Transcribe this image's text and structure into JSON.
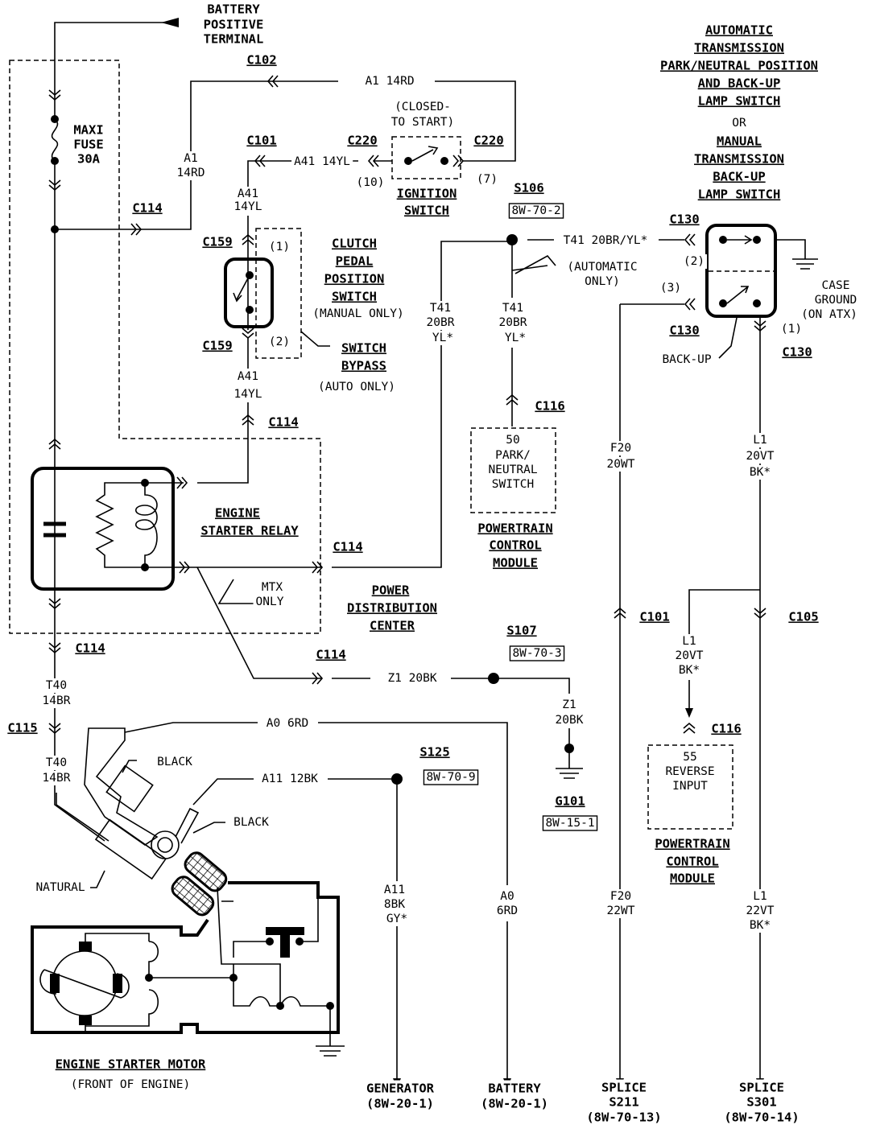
{
  "colors": {
    "ink": "#000000",
    "paper": "#ffffff"
  },
  "labels": {
    "battery_1": "BATTERY",
    "battery_2": "POSITIVE",
    "battery_3": "TERMINAL",
    "fuse_1": "MAXI",
    "fuse_2": "FUSE",
    "fuse_3": "30A",
    "c102": "C102",
    "a1_14rd_top": "A1 14RD",
    "closed_1": "(CLOSED-",
    "closed_2": "TO START)",
    "c101_top": "C101",
    "c220_left": "C220",
    "c220_right": "C220",
    "a41_14yl_top": "A41 14YL",
    "pin_10": "(10)",
    "pin_7": "(7)",
    "ign_1": "IGNITION",
    "ign_2": "SWITCH",
    "a1_1": "A1",
    "a1_2": "14RD",
    "c114_fuse": "C114",
    "a41a_1": "A41",
    "a41a_2": "14YL",
    "c159_top": "C159",
    "pin_1_clutch": "(1)",
    "clutch_1": "CLUTCH",
    "clutch_2": "PEDAL",
    "clutch_3": "POSITION",
    "clutch_4": "SWITCH",
    "clutch_5": "(MANUAL ONLY)",
    "c159_bottom": "C159",
    "pin_2_clutch": "(2)",
    "bypass_1": "SWITCH",
    "bypass_2": "BYPASS",
    "bypass_3": "(AUTO ONLY)",
    "a41b_1": "A41",
    "a41b_2": "14YL",
    "c114_relay_in": "C114",
    "s106": "S106",
    "s106_ref": "8W-70-2",
    "t41_top": "T41 20BR/YL*",
    "c130_top": "C130",
    "trans_1": "AUTOMATIC",
    "trans_2": "TRANSMISSION",
    "trans_3": "PARK/NEUTRAL POSITION",
    "trans_4": "AND BACK-UP",
    "trans_5": "LAMP SWITCH",
    "trans_or": "OR",
    "trans_6": "MANUAL",
    "trans_7": "TRANSMISSION",
    "trans_8": "BACK-UP",
    "trans_9": "LAMP SWITCH",
    "pin_2_trans": "(2)",
    "pin_3_trans": "(3)",
    "pin_1_trans": "(1)",
    "auto_1": "(AUTOMATIC",
    "auto_2": "ONLY)",
    "case_1": "CASE",
    "case_2": "GROUND",
    "case_3": "(ON ATX)",
    "c130_mid": "C130",
    "c130_right": "C130",
    "backup": "BACK-UP",
    "t41l_1": "T41",
    "t41l_2": "20BR",
    "t41l_3": "YL*",
    "t41r_1": "T41",
    "t41r_2": "20BR",
    "t41r_3": "YL*",
    "c116_pn": "C116",
    "pn_1": "50",
    "pn_2": "PARK/",
    "pn_3": "NEUTRAL",
    "pn_4": "SWITCH",
    "pcm1_1": "POWERTRAIN",
    "pcm1_2": "CONTROL",
    "pcm1_3": "MODULE",
    "relay_1": "ENGINE",
    "relay_2": "STARTER RELAY",
    "c114_relay_out": "C114",
    "mtx_1": "MTX",
    "mtx_2": "ONLY",
    "pdc_1": "POWER",
    "pdc_2": "DISTRIBUTION",
    "pdc_3": "CENTER",
    "f20a_1": "F20",
    "f20a_2": "20WT",
    "l1a_1": "L1",
    "l1a_2": "20VT",
    "l1a_3": "BK*",
    "c101_f20": "C101",
    "c105": "C105",
    "l1b_1": "L1",
    "l1b_2": "20VT",
    "l1b_3": "BK*",
    "c114_bottom": "C114",
    "s107": "S107",
    "s107_ref": "8W-70-3",
    "c114_ground": "C114",
    "z1_20bk": "Z1 20BK",
    "t40a_1": "T40",
    "t40a_2": "14BR",
    "z1_1": "Z1",
    "z1_2": "20BK",
    "c115": "C115",
    "a0_6rd": "A0 6RD",
    "c116_rev": "C116",
    "s125": "S125",
    "s125_ref": "8W-70-9",
    "t40b_1": "T40",
    "t40b_2": "14BR",
    "black_1": "BLACK",
    "a11_12bk": "A11 12BK",
    "rev_1": "55",
    "rev_2": "REVERSE",
    "rev_3": "INPUT",
    "g101": "G101",
    "g101_ref": "8W-15-1",
    "black_2": "BLACK",
    "pcm2_1": "POWERTRAIN",
    "pcm2_2": "CONTROL",
    "pcm2_3": "MODULE",
    "natural": "NATURAL",
    "a11_1": "A11",
    "a11_2": "8BK",
    "a11_3": "GY*",
    "a0_1": "A0",
    "a0_2": "6RD",
    "f20b_1": "F20",
    "f20b_2": "22WT",
    "l1c_1": "L1",
    "l1c_2": "22VT",
    "l1c_3": "BK*",
    "motor_1": "ENGINE STARTER MOTOR",
    "motor_2": "(FRONT OF ENGINE)",
    "gen_1": "GENERATOR",
    "gen_2": "(8W-20-1)",
    "bat_1": "BATTERY",
    "bat_2": "(8W-20-1)",
    "sp1_1": "SPLICE",
    "sp1_2": "S211",
    "sp1_3": "(8W-70-13)",
    "sp2_1": "SPLICE",
    "sp2_2": "S301",
    "sp2_3": "(8W-70-14)"
  }
}
